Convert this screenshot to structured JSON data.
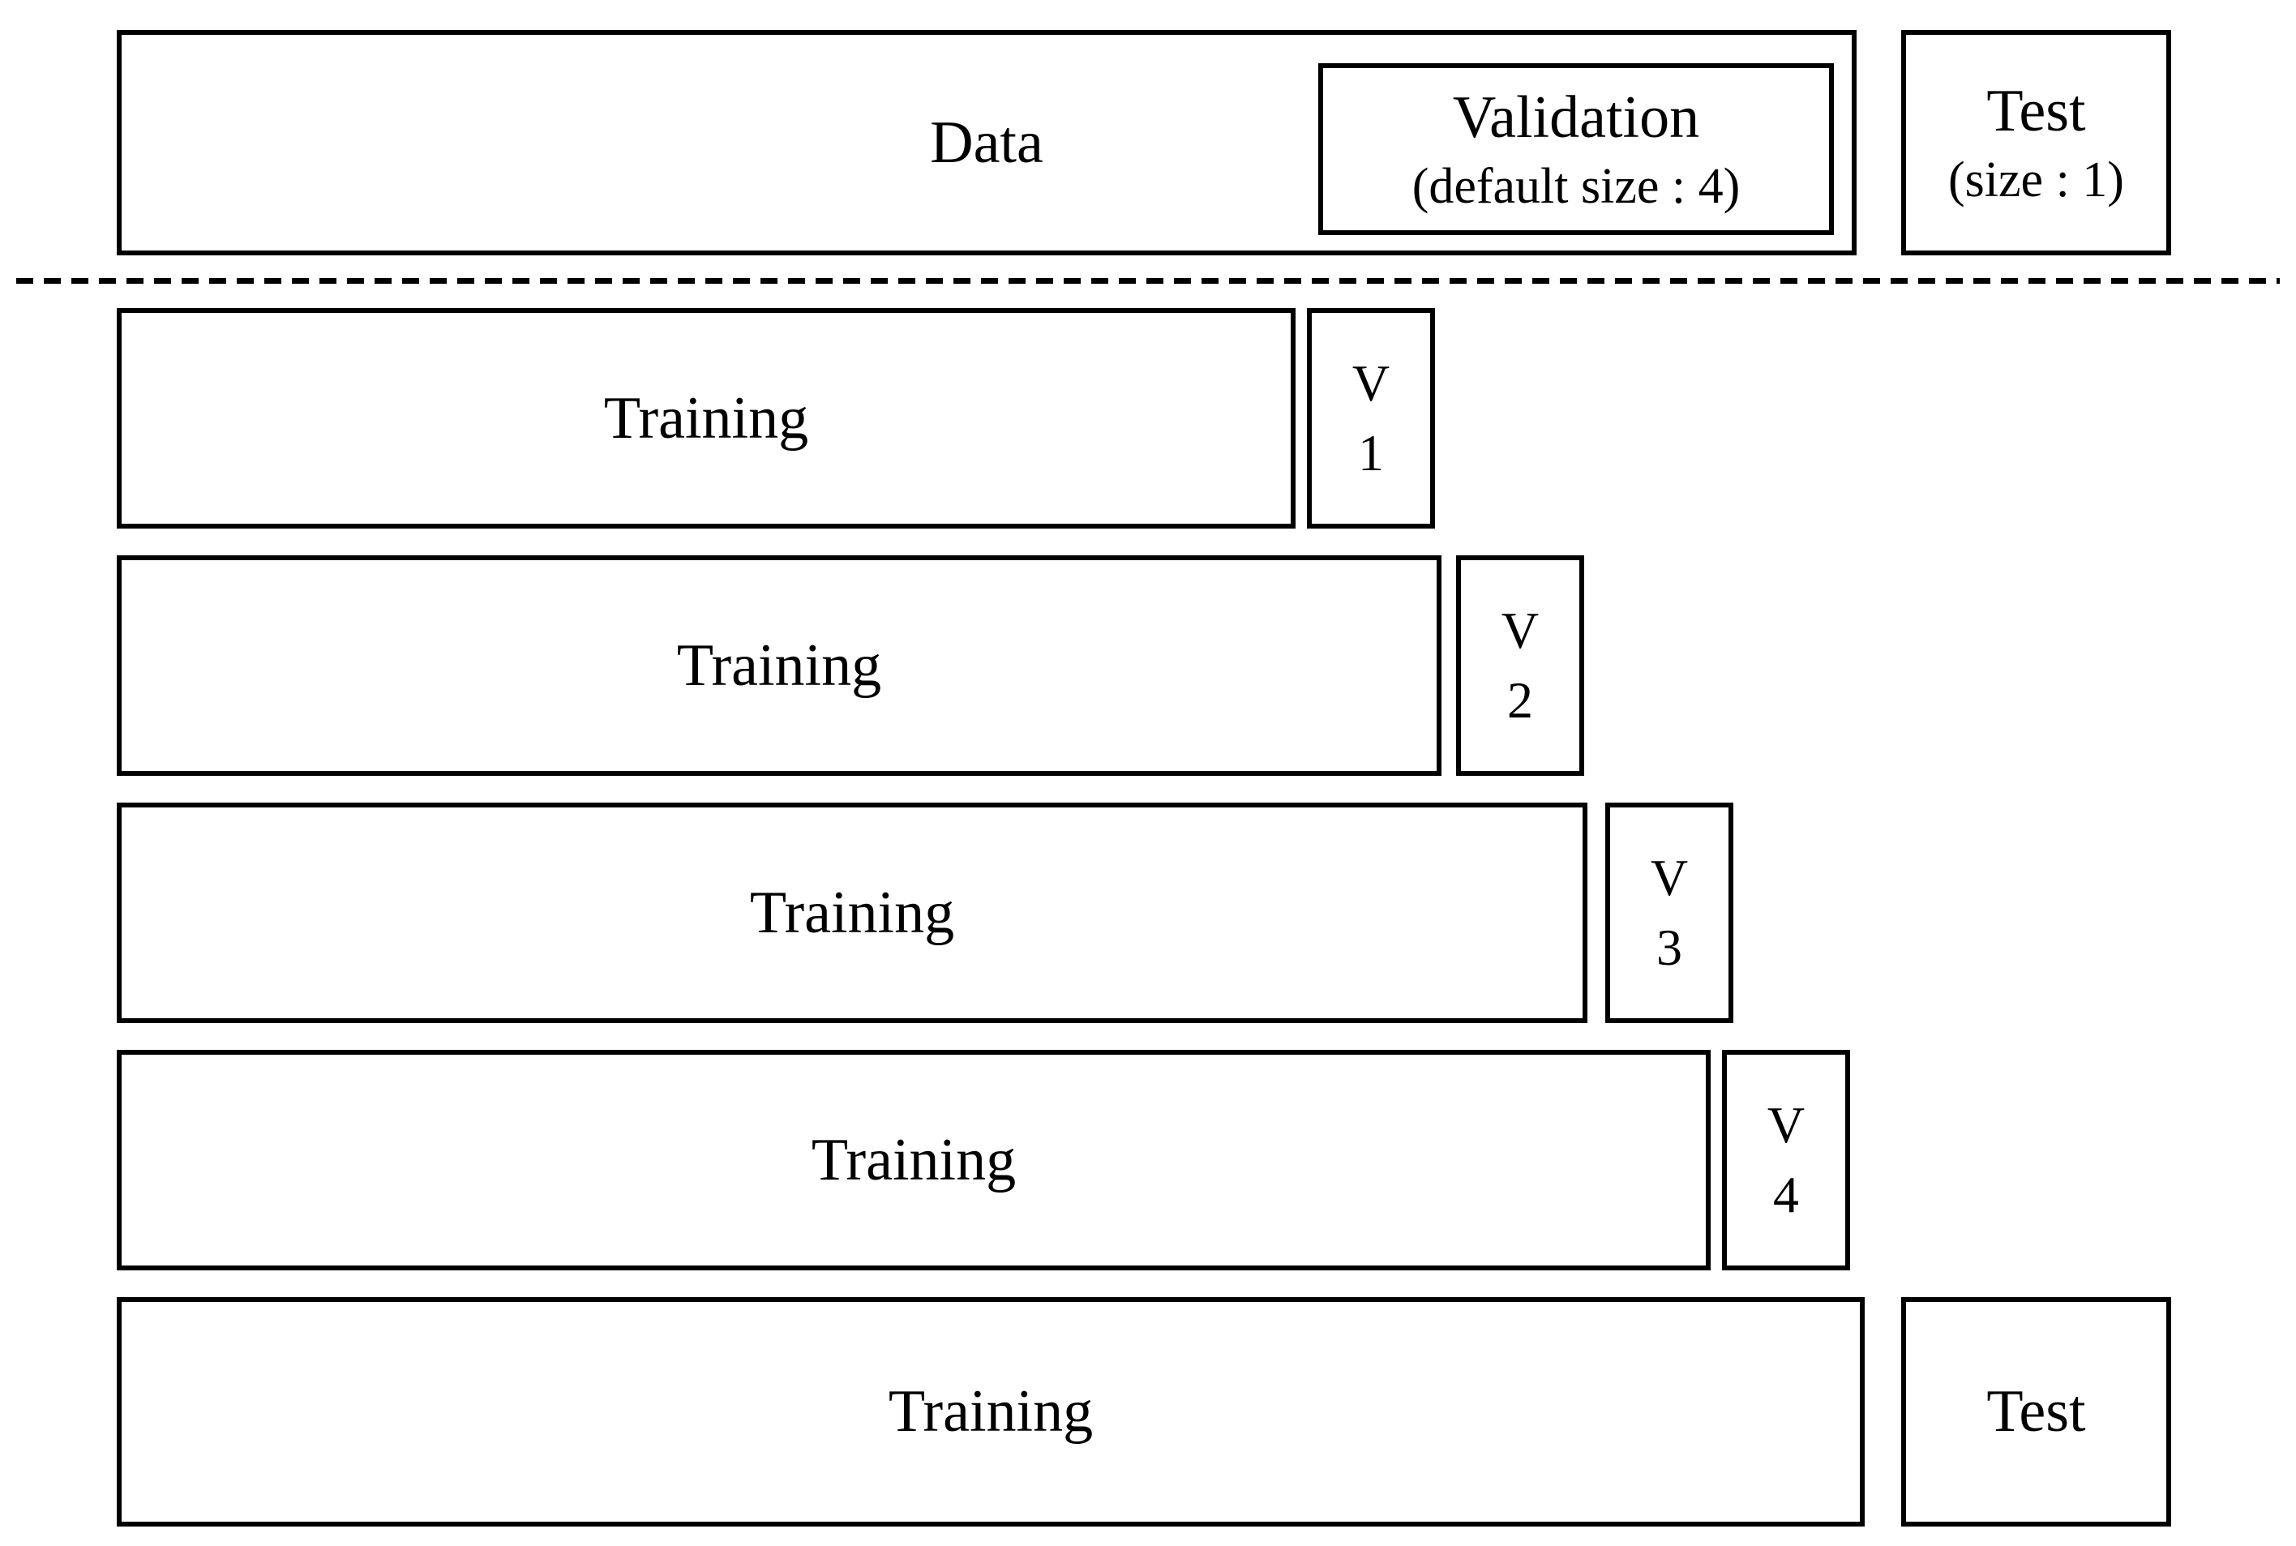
{
  "top_row": {
    "data": {
      "label": "Data"
    },
    "validation": {
      "label": "Validation",
      "sublabel": "(default size : 4)"
    },
    "test": {
      "label": "Test",
      "sublabel": "(size : 1)"
    }
  },
  "folds": [
    {
      "training_label": "Training",
      "validation_label": "V",
      "validation_number": "1"
    },
    {
      "training_label": "Training",
      "validation_label": "V",
      "validation_number": "2"
    },
    {
      "training_label": "Training",
      "validation_label": "V",
      "validation_number": "3"
    },
    {
      "training_label": "Training",
      "validation_label": "V",
      "validation_number": "4"
    },
    {
      "training_label": "Training",
      "test_label": "Test"
    }
  ],
  "colors": {
    "line": "#000000",
    "background": "#ffffff",
    "text": "#000000"
  }
}
